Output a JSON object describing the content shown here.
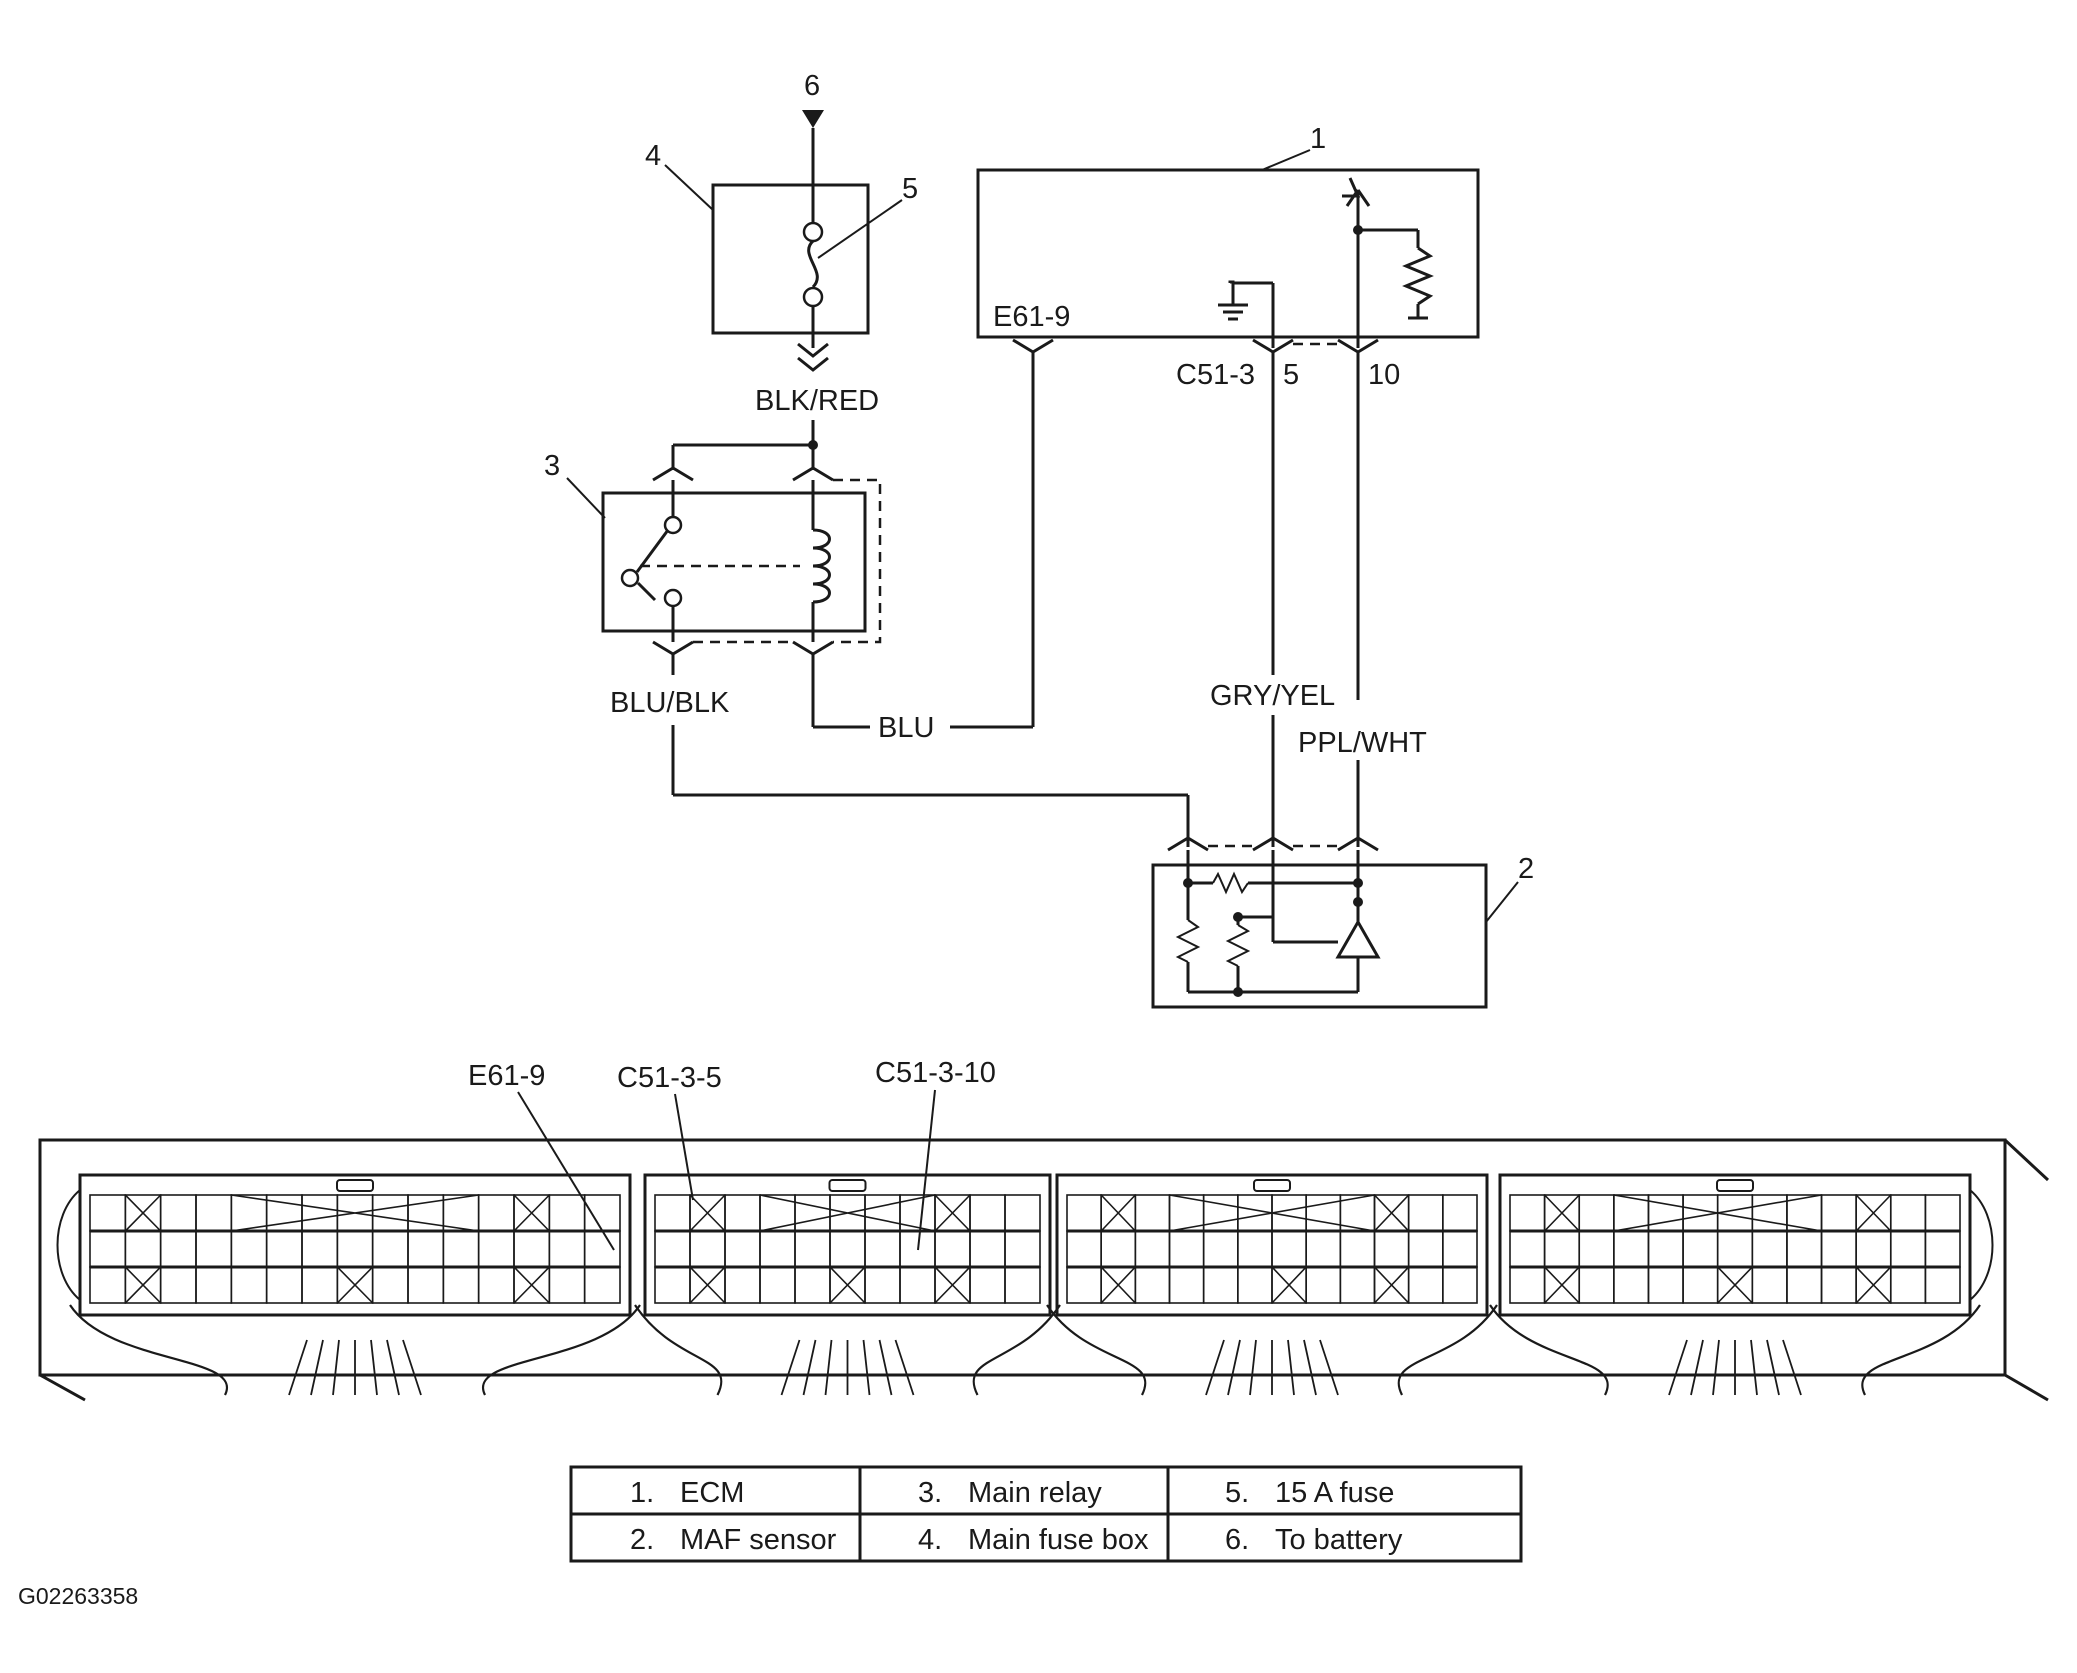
{
  "callouts": {
    "c1": "1",
    "c2": "2",
    "c3": "3",
    "c4": "4",
    "c5": "5",
    "c6": "6"
  },
  "terminals": {
    "e61_9": "E61-9",
    "c51_3": "C51-3",
    "pin5": "5",
    "pin10": "10"
  },
  "wires": {
    "blk_red": "BLK/RED",
    "blu_blk": "BLU/BLK",
    "blu": "BLU",
    "gry_yel": "GRY/YEL",
    "ppl_wht": "PPL/WHT"
  },
  "connector_labels": {
    "e61_9": "E61-9",
    "c51_3_5": "C51-3-5",
    "c51_3_10": "C51-3-10"
  },
  "legend": [
    {
      "num": "1.",
      "text": "ECM"
    },
    {
      "num": "3.",
      "text": "Main relay"
    },
    {
      "num": "5.",
      "text": "15 A fuse"
    },
    {
      "num": "2.",
      "text": "MAF sensor"
    },
    {
      "num": "4.",
      "text": "Main fuse box"
    },
    {
      "num": "6.",
      "text": "To battery"
    }
  ],
  "figure_id": "G02263358"
}
